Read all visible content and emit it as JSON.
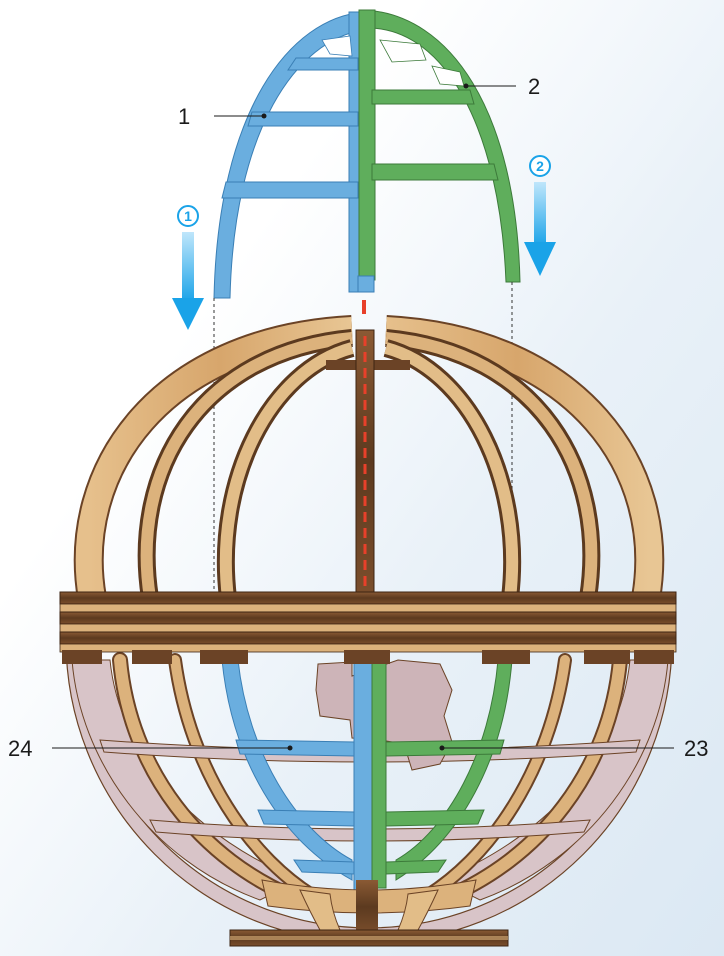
{
  "callouts": {
    "part_1": "1",
    "part_2": "2",
    "part_24": "24",
    "part_23": "23"
  },
  "steps": {
    "step_1": "1",
    "step_2": "2"
  },
  "colors": {
    "blue_part": "#6aaedf",
    "green_part": "#5fae5c",
    "wood_light": "#dcb27c",
    "wood_dark": "#6b4326",
    "map_pink": "#d8c4c8",
    "arrow_blue": "#1aa3e8",
    "align_red": "#e8402a"
  }
}
